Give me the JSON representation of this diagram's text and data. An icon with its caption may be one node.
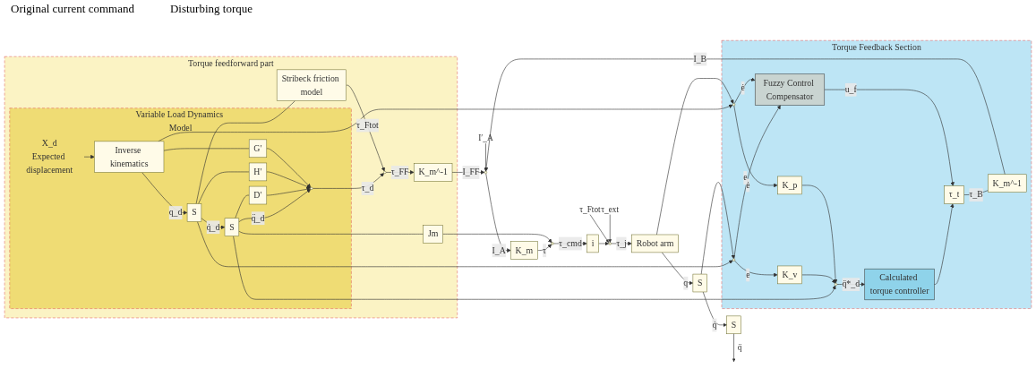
{
  "diagram": {
    "nodes": [
      {
        "text": [
          "Torque feedforward part"
        ]
      },
      {
        "text": [
          "Variable Load Dynamics Model"
        ],
        "in": 0
      },
      {
        "text": [
          "X_d",
          "Expected displacement"
        ],
        "in": 1
      },
      {
        "text": [
          "Inverse kinematics"
        ],
        "in": 1
      },
      {
        "text": [
          "S"
        ],
        "in": 1
      },
      {
        "text": [
          "S"
        ],
        "in": 1
      },
      {
        "text": [
          "D′"
        ],
        "in": 1
      },
      {
        "text": [
          "H′"
        ],
        "in": 1
      },
      {
        "text": [
          "G′"
        ],
        "in": 1
      },
      {
        "text": [],
        "shape": "circle",
        "in": 1
      },
      {
        "text": [
          "Jm"
        ],
        "in": 0
      },
      {
        "text": [
          "Stribeck friction model"
        ],
        "in": 0
      },
      {
        "text": [],
        "shape": "circle",
        "in": 0
      },
      {
        "text": [
          "K_m^-1"
        ],
        "in": 0
      },
      {
        "text": [],
        "shape": "circle"
      },
      {
        "text": [
          "K_m"
        ]
      },
      {
        "text": [],
        "shape": "circle"
      },
      {
        "text": [
          "i"
        ]
      },
      {
        "text": [],
        "shape": "circle"
      },
      {
        "text": [
          "Robot arm"
        ]
      },
      {
        "text": [
          "S"
        ]
      },
      {
        "text": [
          "S"
        ]
      },
      {
        "text": [
          "Torque Feedback Section"
        ]
      },
      {
        "text": [
          "K_m^-1"
        ],
        "in": 22
      },
      {
        "text": [
          "Fuzzy Control Compensator"
        ],
        "in": 22
      },
      {
        "text": [],
        "shape": "circle",
        "in": 22
      },
      {
        "text": [
          "Calculated torque controller"
        ],
        "in": 22
      },
      {
        "text": [
          "K_v"
        ],
        "in": 22
      },
      {
        "text": [
          "K_p"
        ],
        "in": 22
      },
      {
        "text": [
          "τ_t"
        ],
        "in": 22
      },
      {
        "text": [],
        "shape": "circle",
        "in": 22
      },
      {
        "text": [],
        "shape": "circle",
        "in": 22
      }
    ],
    "edges": [
      {
        "from": 2,
        "to": 3,
        "arrow": "to"
      },
      {
        "from": 3,
        "to": 4,
        "arrow": "to",
        "label": "q_d"
      },
      {
        "from": 4,
        "to": 5,
        "arrow": "to",
        "label": "q̇_d"
      },
      {
        "from": 5,
        "to": 9,
        "arrow": "to",
        "label": "q̈_d"
      },
      {
        "from": 5,
        "to": 6,
        "arrow": "none"
      },
      {
        "from": 4,
        "to": 7,
        "arrow": "none"
      },
      {
        "from": 3,
        "to": 8,
        "arrow": "none"
      },
      {
        "from": 6,
        "to": 9,
        "arrow": "to"
      },
      {
        "from": 7,
        "to": 9,
        "arrow": "to"
      },
      {
        "from": 8,
        "to": 9,
        "arrow": "to"
      },
      {
        "from": 9,
        "to": 12,
        "arrow": "to",
        "label": "τ_d"
      },
      {
        "from": 5,
        "to": 10,
        "arrow": "none"
      },
      {
        "from": 4,
        "to": 11,
        "arrow": "none"
      },
      {
        "from": 11,
        "to": 12,
        "arrow": "to",
        "label": "τ_Ftot"
      },
      {
        "from": 12,
        "to": 13,
        "arrow": "to",
        "label": "τ_FF"
      },
      {
        "from": 13,
        "to": 14,
        "arrow": "to",
        "label": "I_FF"
      },
      {
        "from": null,
        "to": 14,
        "arrow": "to",
        "label": "I′_A"
      },
      {
        "from": 14,
        "to": 15,
        "arrow": "to",
        "label": "I_A"
      },
      {
        "from": 15,
        "to": 16,
        "arrow": "to",
        "label": "τ"
      },
      {
        "from": 10,
        "to": 16,
        "arrow": "to"
      },
      {
        "from": 16,
        "to": 17,
        "arrow": "to",
        "label": "τ_cmd"
      },
      {
        "from": 17,
        "to": 18,
        "arrow": "to"
      },
      {
        "from": null,
        "to": 18,
        "arrow": "to",
        "label": "τ_ext"
      },
      {
        "from": null,
        "to": 18,
        "arrow": "to",
        "label": "τ_Ftot"
      },
      {
        "from": 18,
        "to": 19,
        "arrow": "to",
        "label": "τ_j"
      },
      {
        "from": 19,
        "to": 20,
        "arrow": "to",
        "label": "q"
      },
      {
        "from": 20,
        "to": 21,
        "arrow": "to",
        "label": "q̇"
      },
      {
        "from": 21,
        "to": null,
        "arrow": "to",
        "label": "q̈"
      },
      {
        "from": 3,
        "to": 31,
        "arrow": "to"
      },
      {
        "from": 4,
        "to": 30,
        "arrow": "to"
      },
      {
        "from": 5,
        "to": 25,
        "arrow": "to"
      },
      {
        "from": 19,
        "to": 31,
        "arrow": "to"
      },
      {
        "from": 20,
        "to": 30,
        "arrow": "to"
      },
      {
        "from": 30,
        "to": 27,
        "arrow": "to",
        "label": "e"
      },
      {
        "from": 30,
        "to": 24,
        "arrow": "to",
        "label": "e"
      },
      {
        "from": 31,
        "to": 28,
        "arrow": "to",
        "label": "ė"
      },
      {
        "from": 31,
        "to": 24,
        "arrow": "to",
        "label": "ė"
      },
      {
        "from": 27,
        "to": 25,
        "arrow": "to"
      },
      {
        "from": 28,
        "to": 25,
        "arrow": "to"
      },
      {
        "from": 25,
        "to": 26,
        "arrow": "to",
        "label": "q̈*_d"
      },
      {
        "from": 26,
        "to": 29,
        "arrow": "to"
      },
      {
        "from": 24,
        "to": 29,
        "arrow": "to",
        "label": "u_f"
      },
      {
        "from": 29,
        "to": 23,
        "arrow": "none",
        "label": "τ_B"
      },
      {
        "from": 23,
        "to": 14,
        "arrow": "to",
        "label": "I_B"
      }
    ],
    "labels": [
      "Original current command",
      "Disturbing torque"
    ]
  }
}
